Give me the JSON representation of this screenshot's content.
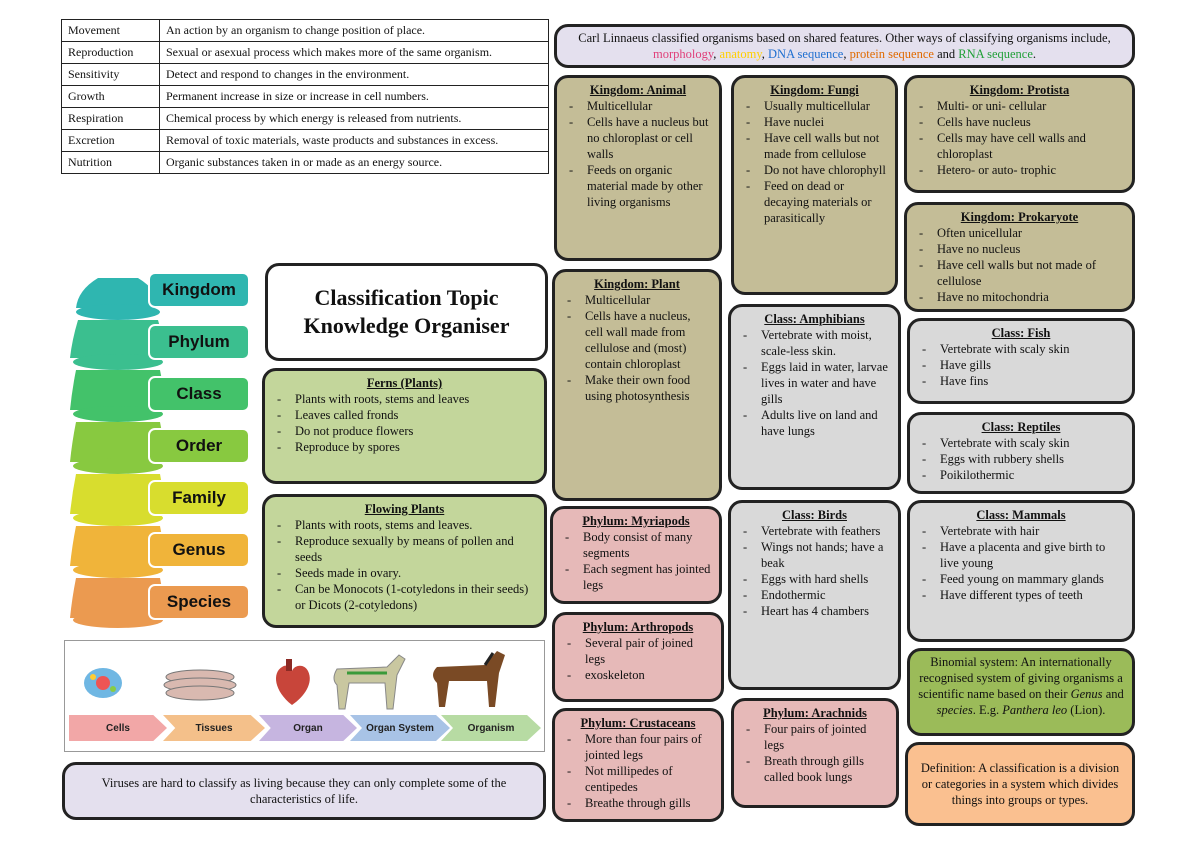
{
  "mrs_table": [
    {
      "term": "Movement",
      "definition": "An action by an organism to change position of place."
    },
    {
      "term": "Reproduction",
      "definition": "Sexual or asexual process which makes more of the same organism."
    },
    {
      "term": "Sensitivity",
      "definition": "Detect and respond to changes in the environment."
    },
    {
      "term": "Growth",
      "definition": "Permanent increase in size or increase in cell numbers."
    },
    {
      "term": "Respiration",
      "definition": "Chemical process by which energy is released from nutrients."
    },
    {
      "term": "Excretion",
      "definition": "Removal of toxic materials, waste products and substances in excess."
    },
    {
      "term": "Nutrition",
      "definition": "Organic substances taken in or made as an energy source."
    }
  ],
  "title": {
    "line1": "Classification Topic",
    "line2": "Knowledge Organiser"
  },
  "linnaeus": {
    "text": "Carl Linnaeus classified organisms based on shared features. Other ways of classifying organisms include, ",
    "morphology": "morphology",
    "anatomy": "anatomy",
    "dna": "DNA sequence",
    "protein": "protein sequence",
    "and": " and ",
    "rna": "RNA sequence",
    "end": "."
  },
  "hierarchy": [
    "Kingdom",
    "Phylum",
    "Class",
    "Order",
    "Family",
    "Genus",
    "Species"
  ],
  "organisation": [
    "Cells",
    "Tissues",
    "Organ",
    "Organ System",
    "Organism"
  ],
  "ferns": {
    "title": "Ferns (Plants)",
    "items": [
      "Plants with roots, stems and leaves",
      "Leaves called fronds",
      "Do not produce flowers",
      "Reproduce by spores"
    ]
  },
  "flowering": {
    "title": "Flowing Plants",
    "items": [
      "Plants with roots, stems and leaves.",
      "Reproduce sexually by means of pollen and seeds",
      "Seeds made in ovary.",
      "Can be Monocots (1-cotyledons in their seeds) or Dicots (2-cotyledons)"
    ]
  },
  "viruses": "Viruses are hard to classify as living because they can only complete some of the characteristics of life.",
  "kingdom_animal": {
    "title": "Kingdom: Animal",
    "items": [
      "Multicellular",
      "Cells have a nucleus but no chloroplast or cell walls",
      "Feeds on organic material made by other living organisms"
    ]
  },
  "kingdom_fungi": {
    "title": "Kingdom: Fungi",
    "items": [
      "Usually multicellular",
      "Have nuclei",
      "Have cell walls but not made from cellulose",
      "Do not have chlorophyll",
      "Feed on dead or decaying materials or parasitically"
    ]
  },
  "kingdom_protista": {
    "title": "Kingdom: Protista",
    "items": [
      "Multi- or uni- cellular",
      "Cells have nucleus",
      "Cells may have cell walls and chloroplast",
      "Hetero- or auto- trophic"
    ]
  },
  "kingdom_prokaryote": {
    "title": "Kingdom: Prokaryote",
    "items": [
      "Often unicellular",
      "Have no nucleus",
      "Have cell walls but not made of cellulose",
      "Have no mitochondria"
    ]
  },
  "kingdom_plant": {
    "title": "Kingdom: Plant",
    "items": [
      "Multicellular",
      "Cells have a nucleus, cell wall made from cellulose and (most) contain chloroplast",
      "Make their own food using photosynthesis"
    ]
  },
  "class_amphibians": {
    "title": "Class: Amphibians",
    "items": [
      "Vertebrate with moist, scale-less skin.",
      "Eggs laid in water, larvae lives in water and have gills",
      "Adults live on land and have lungs"
    ]
  },
  "class_fish": {
    "title": "Class: Fish",
    "items": [
      "Vertebrate with scaly skin",
      "Have gills",
      "Have fins"
    ]
  },
  "class_reptiles": {
    "title": "Class: Reptiles",
    "items": [
      "Vertebrate with scaly skin",
      "Eggs with rubbery shells",
      "Poikilothermic"
    ]
  },
  "class_birds": {
    "title": "Class: Birds",
    "items": [
      "Vertebrate with feathers",
      "Wings not hands; have a beak",
      "Eggs with hard shells",
      "Endothermic",
      "Heart has 4 chambers"
    ]
  },
  "class_mammals": {
    "title": "Class: Mammals",
    "items": [
      "Vertebrate with hair",
      "Have a placenta and give birth to live young",
      "Feed young on mammary glands",
      "Have different types of teeth"
    ]
  },
  "phylum_myriapods": {
    "title": "Phylum: Myriapods",
    "items": [
      "Body consist of many segments",
      "Each segment has jointed legs"
    ]
  },
  "phylum_arthropods": {
    "title": "Phylum: Arthropods",
    "items": [
      "Several pair of joined legs",
      "exoskeleton"
    ]
  },
  "phylum_crustaceans": {
    "title": "Phylum: Crustaceans",
    "items": [
      "More than four pairs of jointed legs",
      "Not millipedes of centipedes",
      "Breathe through gills"
    ]
  },
  "phylum_arachnids": {
    "title": "Phylum: Arachnids",
    "items": [
      "Four pairs of jointed legs",
      "Breath through gills called book lungs"
    ]
  },
  "binomial": {
    "a": "Binomial system: An internationally recognised system of giving organisms a scientific name based on their ",
    "genus": "Genus",
    "b": " and ",
    "species": "species",
    "c": ". E.g. ",
    "example": "Panthera leo",
    "d": " (Lion)."
  },
  "definition": "Definition: A classification is a division or categories in a system which divides things into groups or types.",
  "colors": {
    "tan": "#c4bd97",
    "grey": "#d9d9d9",
    "green": "#c3d69b",
    "pink": "#e6b9b8",
    "lavender": "#e4e0ee",
    "olive": "#9bbb59",
    "peach": "#fac090"
  }
}
